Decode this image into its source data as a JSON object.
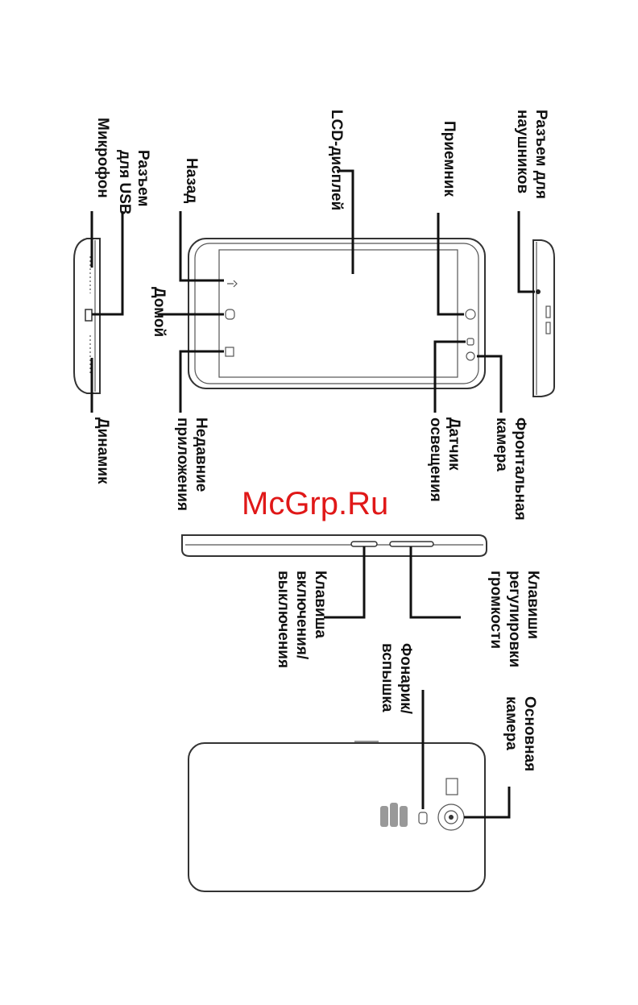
{
  "watermark": "McGrp.Ru",
  "labels": {
    "headphone_jack": [
      "Разъем для",
      "наушников"
    ],
    "receiver": [
      "Приемник"
    ],
    "lcd_display": [
      "LCD-дисплей"
    ],
    "back": [
      "Назад"
    ],
    "usb_port": [
      "Разъем",
      "для USB"
    ],
    "microphone": [
      "Микрофон"
    ],
    "home": [
      "Домой"
    ],
    "front_camera": [
      "Фронтальная",
      "камера"
    ],
    "light_sensor": [
      "Датчик",
      "освещения"
    ],
    "recent_apps": [
      "Недавние",
      "приложения"
    ],
    "speaker": [
      "Динамик"
    ],
    "volume_keys": [
      "Клавиши",
      "регулировки",
      "громкости"
    ],
    "power_key": [
      "Клавиша",
      "включения/",
      "выключения"
    ],
    "main_camera": [
      "Основная",
      "камера"
    ],
    "flash": [
      "Фонарик/",
      "вспышка"
    ]
  },
  "colors": {
    "watermark": "#e01818",
    "ink": "#111111",
    "outline": "#333333"
  }
}
